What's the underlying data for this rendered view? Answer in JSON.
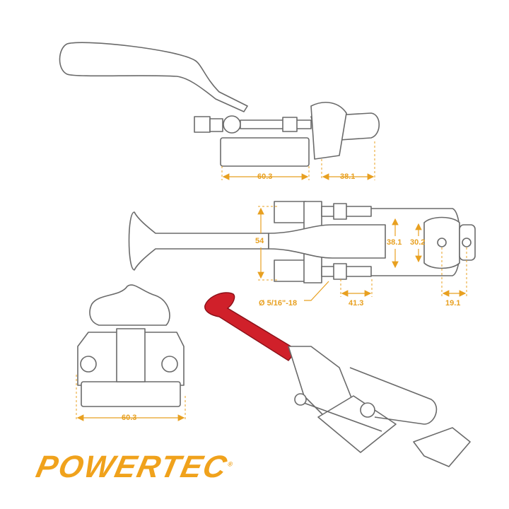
{
  "brand": {
    "logo_text": "POWERTEC",
    "registered": "®",
    "accent": "#e8a020",
    "handle_color": "#d0202a"
  },
  "dimensions": {
    "side_base_width": "60.3",
    "side_hook_length": "38.1",
    "top_overall_width": "54",
    "top_bolt_spacing": "38.1",
    "top_hook_width": "30.2",
    "thread_spec": "Ø 5/16\"-18",
    "top_adjust_length": "41.3",
    "top_hook_hole_spacing": "19.1",
    "front_base_width": "60.3"
  }
}
